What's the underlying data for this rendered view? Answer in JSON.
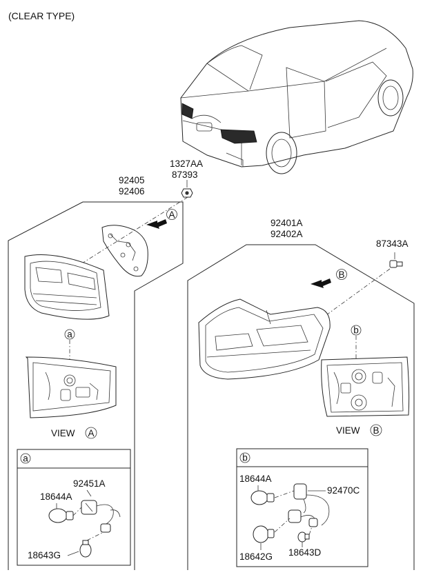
{
  "title": "(CLEAR TYPE)",
  "callouts": {
    "view_a_marker": "A",
    "view_b_marker": "B",
    "detail_a_marker": "a",
    "detail_b_marker": "b"
  },
  "part_numbers": {
    "fastener_1": "1327AA",
    "fastener_2": "87393",
    "inner_lamp_lh": "92405",
    "inner_lamp_rh": "92406",
    "outer_lamp_lh": "92401A",
    "outer_lamp_rh": "92402A",
    "screw": "87343A",
    "socket_a": "92451A",
    "bulb_a_large": "18644A",
    "bulb_a_small": "18643G",
    "bulb_b_large": "18644A",
    "socket_b": "92470C",
    "bulb_b_mid": "18642G",
    "bulb_b_small": "18643D"
  },
  "views": {
    "view_label_a": "VIEW",
    "view_label_b": "VIEW"
  }
}
